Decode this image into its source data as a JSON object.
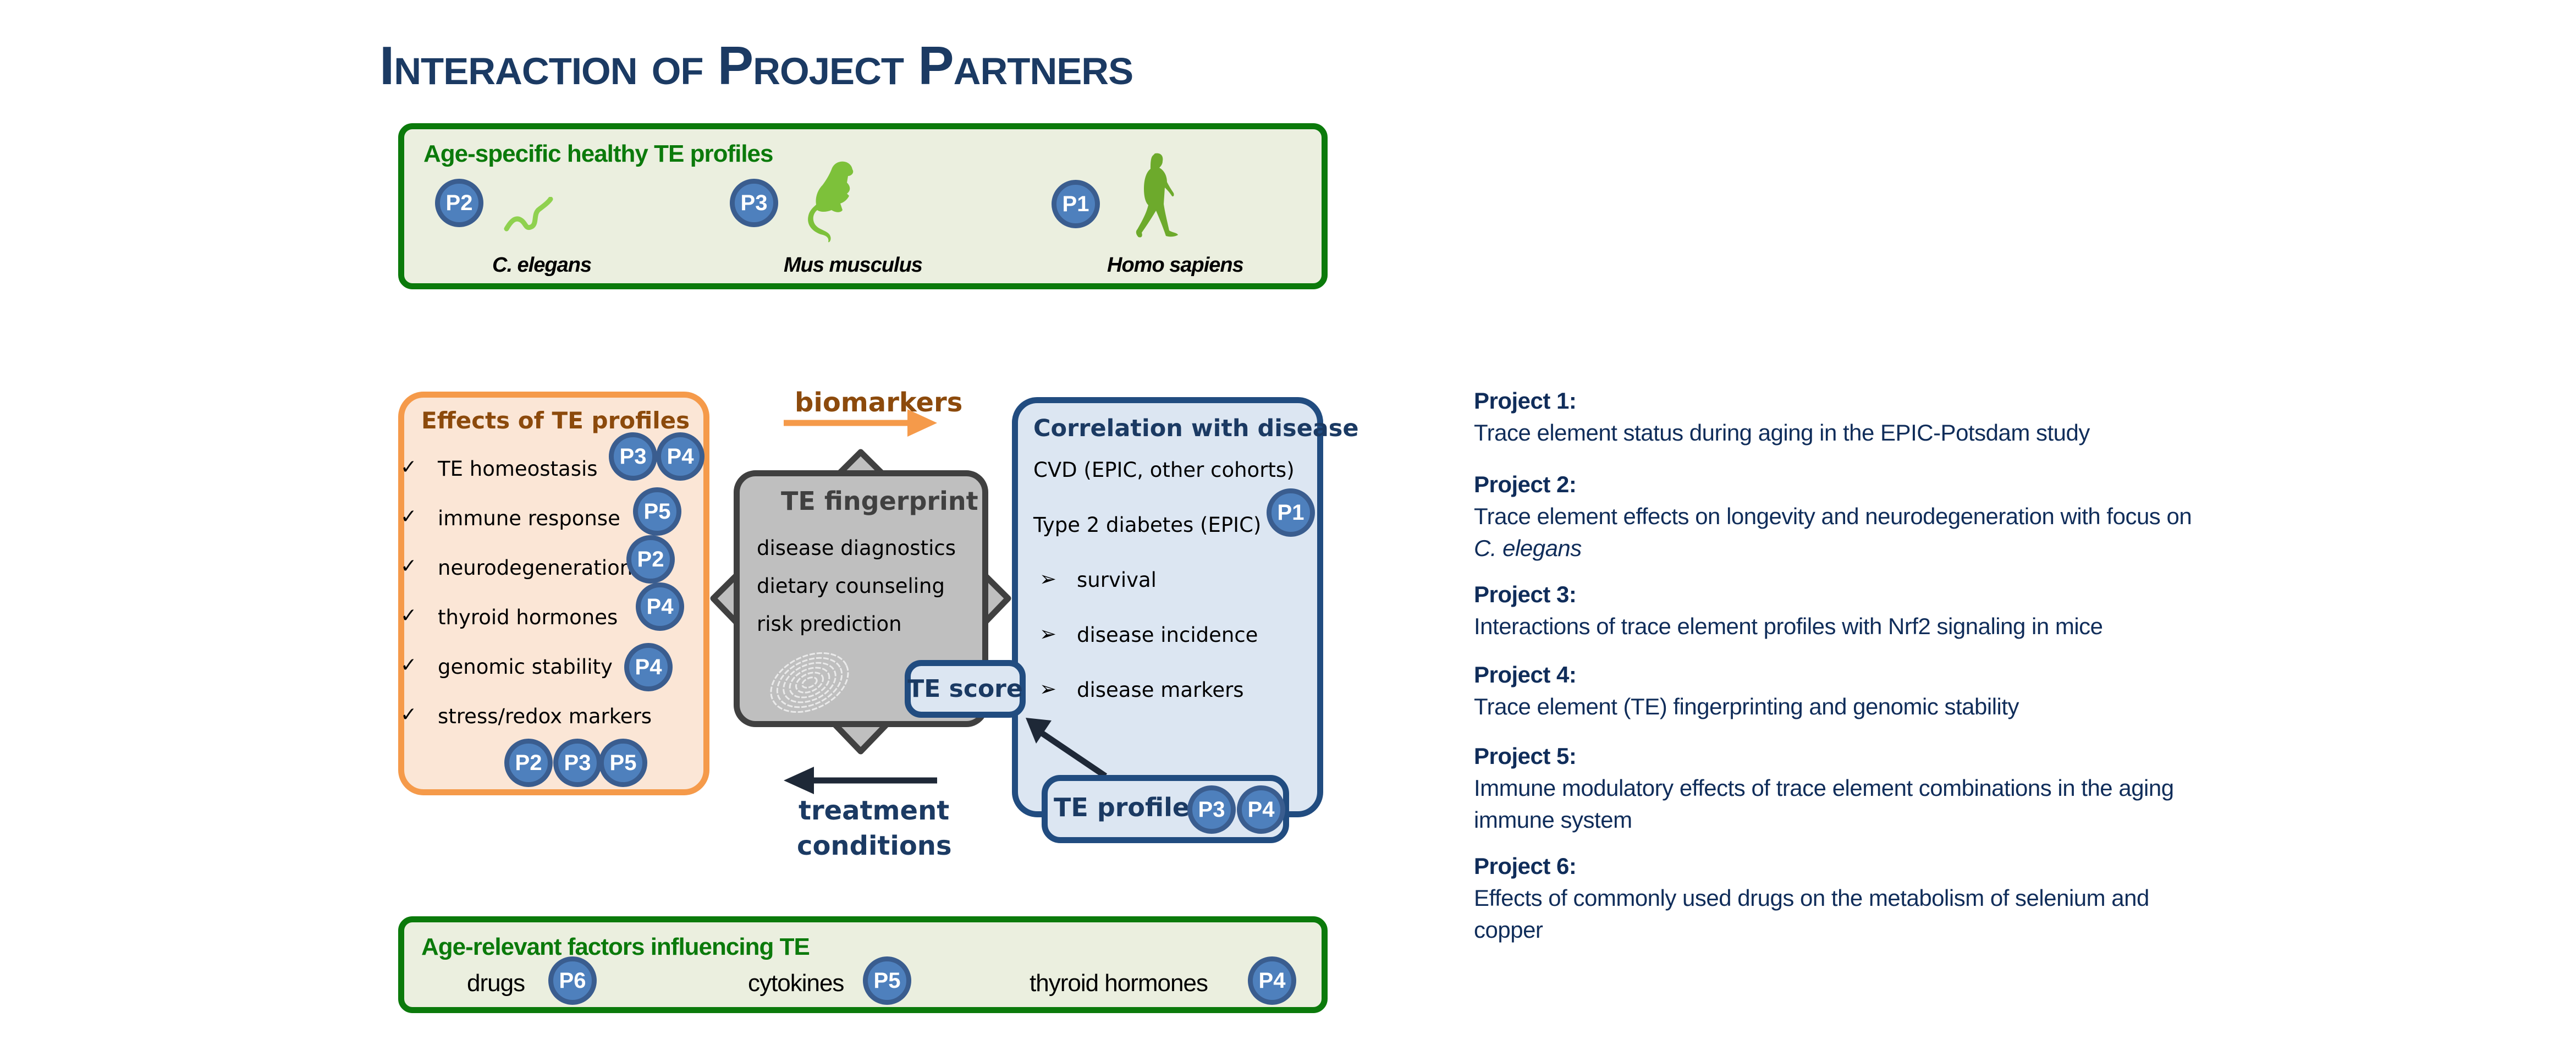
{
  "title": "Interaction of Project Partners",
  "colors": {
    "title": "#1b3a63",
    "green": "#0b7a0b",
    "orange": "#f59a4a",
    "brown": "#8c4a0c",
    "blue": "#214c80",
    "badge": "#4e80bd",
    "organism": "#7dc13a"
  },
  "top_box": {
    "title": "Age-specific healthy TE profiles",
    "organisms": [
      {
        "badge": "P2",
        "name": "C. elegans",
        "icon": "worm-icon"
      },
      {
        "badge": "P3",
        "name": "Mus musculus",
        "icon": "mouse-icon"
      },
      {
        "badge": "P1",
        "name": "Homo sapiens",
        "icon": "human-icon"
      }
    ]
  },
  "effects_box": {
    "title": "Effects of TE profiles",
    "check_glyph": "✓",
    "items": [
      {
        "label": "TE homeostasis",
        "badges": [
          "P3",
          "P4"
        ]
      },
      {
        "label": "immune response",
        "badges": [
          "P5"
        ]
      },
      {
        "label": "neurodegeneration",
        "badges": [
          "P2"
        ]
      },
      {
        "label": "thyroid hormones",
        "badges": [
          "P4"
        ]
      },
      {
        "label": "genomic stability",
        "badges": [
          "P4"
        ]
      },
      {
        "label": "stress/redox markers",
        "badges": [
          "P2",
          "P3",
          "P5"
        ]
      }
    ]
  },
  "fingerprint_box": {
    "title": "TE fingerprint",
    "items": [
      "disease diagnostics",
      "dietary counseling",
      "risk prediction"
    ],
    "icon": "fingerprint-icon"
  },
  "te_score": {
    "label": "TE score"
  },
  "disease_box": {
    "title": "Correlation with disease",
    "items": [
      "CVD (EPIC, other cohorts)",
      "Type 2 diabetes (EPIC)"
    ],
    "badge": "P1",
    "bullet_glyph": "➢",
    "outcomes": [
      "survival",
      "disease incidence",
      "disease markers"
    ]
  },
  "te_profiles": {
    "label": "TE profiles",
    "badges": [
      "P3",
      "P4"
    ]
  },
  "arrows": {
    "biomarkers": "biomarkers",
    "treatment_line1": "treatment",
    "treatment_line2": "conditions"
  },
  "bottom_box": {
    "title": "Age-relevant factors influencing TE",
    "factors": [
      {
        "label": "drugs",
        "badge": "P6"
      },
      {
        "label": "cytokines",
        "badge": "P5"
      },
      {
        "label": "thyroid hormones",
        "badge": "P4"
      }
    ]
  },
  "projects": [
    {
      "heading": "Project 1:",
      "lines": [
        "Trace element status during aging in the EPIC-Potsdam study"
      ]
    },
    {
      "heading": "Project 2:",
      "lines": [
        "Trace element effects on longevity and neurodegeneration with focus on"
      ],
      "italic_line": "C. elegans"
    },
    {
      "heading": "Project 3:",
      "lines": [
        "Interactions of trace element profiles with Nrf2 signaling in mice"
      ]
    },
    {
      "heading": "Project 4:",
      "lines": [
        "Trace element (TE) fingerprinting and genomic stability"
      ]
    },
    {
      "heading": "Project 5:",
      "lines": [
        "Immune modulatory effects of trace element combinations in the aging",
        "immune system"
      ]
    },
    {
      "heading": "Project 6:",
      "lines": [
        "Effects of commonly used drugs on the metabolism of selenium and",
        "copper"
      ]
    }
  ]
}
